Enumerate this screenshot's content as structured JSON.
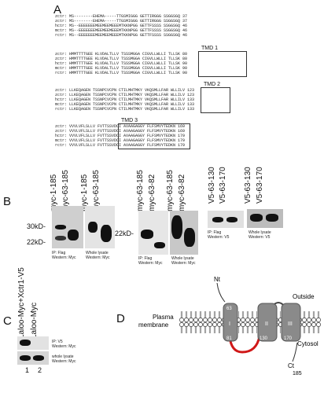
{
  "panel_a": {
    "letter": "A",
    "blocks": [
      {
        "rows": [
          {
            "name": "zctr:",
            "seq": "MS--------EHEMA-----TTGSMIGGG GETTIRGGG SSGGSGQ 37"
          },
          {
            "name": "zctr:",
            "seq": "MS--------EHEMA-----TTGSMIGGG GETTIRGGG SSGGSGQ 37"
          },
          {
            "name": "hctr:",
            "seq": "MS--EEEEEEEMEEMEEMEEEMTKKNPGG GETTFSSSS SSGGSGQ 46"
          },
          {
            "name": "mctr:",
            "seq": "MS--EEEEEEEMEEMEEMEEEMTKKNPGG GETTFSSSS SSGGSGQ 46"
          },
          {
            "name": "rctr:",
            "seq": "MS--EEEEEEEMEEMEEMEEEMTKKNPGG GETTFSSSS SSGGSGQ 46"
          }
        ]
      },
      {
        "label": "TMD 1",
        "rows": [
          {
            "name": "zctr:",
            "seq": "HMMTTTTGEE KLVDALTLLV TSSSMGGA CIGVLLWLLI TLLSK 80"
          },
          {
            "name": "zctr:",
            "seq": "HMMTTTTGEE KLVDALTLLV TSSSMGGA CIGVLLWLLI TLLSK 80"
          },
          {
            "name": "hctr:",
            "seq": "HMMTTTTGEE KLVDALTLLV TSSSMGGA CIGVLLWLLI TLLSK 90"
          },
          {
            "name": "mctr:",
            "seq": "HMMTTTTGEE KLVDALTLLV TSSSMGGA CIGVLLWLLI TLLSK 90"
          },
          {
            "name": "rctr:",
            "seq": "HMMTTTTGEE KLVDALTLLV TSSSMGGA CIGVLLWLLI TLLSK 90"
          }
        ]
      },
      {
        "label": "TMD 2",
        "rows": [
          {
            "name": "zctr:",
            "seq": "LLKEQAGEN TSSNPCVCPN CTILMHTMKY VKQSMLLFAR WLLILV 123"
          },
          {
            "name": "zctr:",
            "seq": "LLKEQAGEN TSSNPCVCPN CTILMHTMKY VKQSMLLFAR WLLILV 123"
          },
          {
            "name": "hctr:",
            "seq": "LLKEQAGEN TSSNPCVCPN CTILMHTMKY VKQSMLLFAR WLLILV 133"
          },
          {
            "name": "mctr:",
            "seq": "LLKEQAGEN TSSNPCVCPN CTILMHTMKY VKQSMLLFAR WLLILV 133"
          },
          {
            "name": "rctr:",
            "seq": "LLKEQAGEN TSSNPCVCPN CTILMHTMKY VKQSMLLFAR WLLILV 133"
          }
        ]
      },
      {
        "label": "TMD 3",
        "rows": [
          {
            "name": "zctr:",
            "seq": "VVVLVFLSLLV FVTTSSVDCI AVAAGAGGY FLFSMVYTEDKN 169"
          },
          {
            "name": "zctr:",
            "seq": "VVVLVFLSLLV FVTTSSVDCI AVAAGAGGY FLFSMVYTEDKN 169"
          },
          {
            "name": "hctr:",
            "seq": "VVVLVFLSLLV FVTTSSVDCI AVAAGAGGY FLFSMVYTEDKN 179"
          },
          {
            "name": "mctr:",
            "seq": "VVVLVFLSLLV FVTTSSVDCI AVAAGAGGY FLFSMVYTEDKN 179"
          },
          {
            "name": "rctr:",
            "seq": "VVVLVFLSLLV FVTTSSVDCI AVAAGAGGY FLFSMVYTEDKN 179"
          }
        ]
      }
    ]
  },
  "panel_b": {
    "letter": "B",
    "blot1": {
      "lanes": [
        "myc-1-185",
        "myc-63-185",
        "myc-1-185",
        "myc-63-185"
      ],
      "markers": [
        "30kD-",
        "22kD-"
      ],
      "captions": [
        "IP: Flag\nWestern: Myc",
        "Whole lysate\nWestern: Myc"
      ]
    },
    "blot2": {
      "lanes": [
        "myc-63-185",
        "myc-63-82",
        "myc-63-185",
        "myc-63-82"
      ],
      "markers": [
        "22kD-"
      ],
      "captions": [
        "IP: Flag\nWestern: Myc",
        "Whole lysate\nWestern: Myc"
      ]
    },
    "blot3": {
      "lanes": [
        "V5-63-130",
        "V5-63-170",
        "V5-63-130",
        "V5-63-170"
      ],
      "captions": [
        "IP: Flag\nWestern: V5",
        "Whole lysate\nWestern: V5"
      ]
    }
  },
  "panel_c": {
    "letter": "C",
    "lanes": [
      "Laloo-Myc+Xctr1-V5",
      "Laloo-Myc"
    ],
    "captions": [
      "IP: V5",
      "Western: Myc",
      "whole lysate",
      "Western: Myc"
    ],
    "lane_numbers": [
      "1",
      "2"
    ]
  },
  "panel_d": {
    "letter": "D",
    "nt": "Nt",
    "ct": "Ct",
    "ct_num": "185",
    "outside": "Outside",
    "cytosol": "Cytosol",
    "membrane_line1": "Plasma",
    "membrane_line2": "membrane",
    "tm_labels": [
      "I",
      "II",
      "III"
    ],
    "residues": [
      "63",
      "81",
      "130",
      "170"
    ]
  }
}
